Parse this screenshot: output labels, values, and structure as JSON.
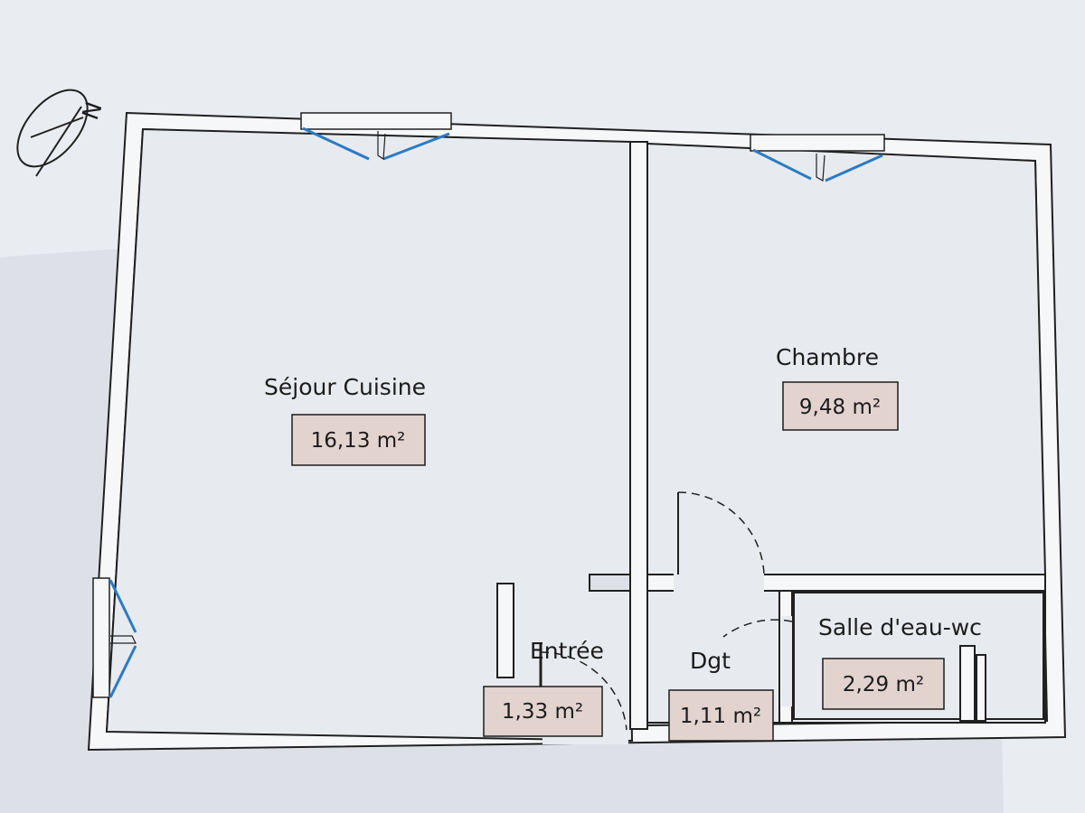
{
  "plan": {
    "colors": {
      "paper": "#e9ecf1",
      "shadow": "#d8dce3",
      "wall_line": "#202020",
      "window_blue": "#2b7bc4",
      "area_label_fill": "#e2d3cf"
    },
    "compass": {
      "letter": "N",
      "icon": "north-arrow-icon"
    },
    "rooms": [
      {
        "id": "sejour",
        "name": "Séjour Cuisine",
        "area": "16,13 m²"
      },
      {
        "id": "chambre",
        "name": "Chambre",
        "area": "9,48 m²"
      },
      {
        "id": "entree",
        "name": "Entrée",
        "area": "1,33 m²"
      },
      {
        "id": "dgt",
        "name": "Dgt",
        "area": "1,11 m²"
      },
      {
        "id": "salle",
        "name": "Salle d'eau-wc",
        "area": "2,29 m²"
      }
    ]
  }
}
